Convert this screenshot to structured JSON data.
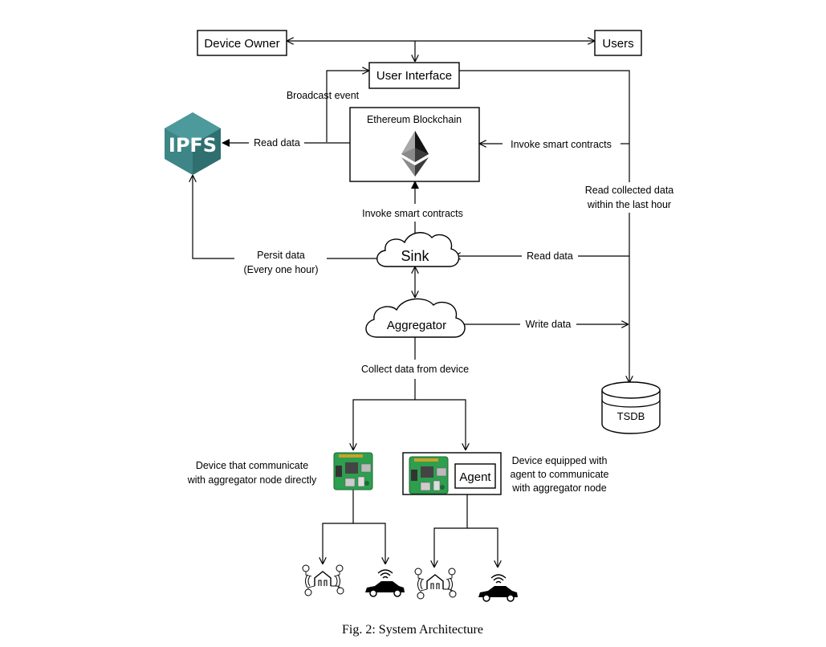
{
  "nodes": {
    "device_owner": "Device Owner",
    "users": "Users",
    "user_interface": "User Interface",
    "blockchain": "Ethereum Blockchain",
    "ipfs": "IPFS",
    "sink": "Sink",
    "aggregator": "Aggregator",
    "tsdb": "TSDB",
    "agent": "Agent"
  },
  "edges": {
    "broadcast_event": "Broadcast event",
    "read_data_ipfs": "Read data",
    "invoke_ui": "Invoke smart contracts",
    "read_collected_1": "Read collected data",
    "read_collected_2": "within the last hour",
    "invoke_sink": "Invoke smart contracts",
    "persist_1": "Persit data",
    "persist_2": "(Every one hour)",
    "read_data_sink": "Read data",
    "write_data": "Write data",
    "collect": "Collect data from device"
  },
  "devices": {
    "direct_1": "Device that communicate",
    "direct_2": "with aggregator node directly",
    "agent_1": "Device equipped with",
    "agent_2": "agent to communicate",
    "agent_3": "with aggregator node"
  },
  "caption": "Fig. 2: System Architecture",
  "colors": {
    "ipfs_dark": "#2f6f70",
    "ipfs_light": "#3d8586",
    "board_green": "#2e9e4f"
  }
}
